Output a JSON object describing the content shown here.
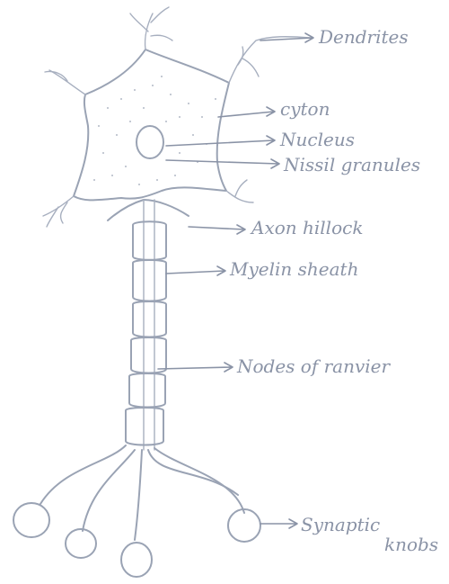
{
  "labels": {
    "dendrites": "Dendrites",
    "cyton": "cyton",
    "nucleus": "Nucleus",
    "nissil_granules": "Nissil granules",
    "axon_hillock": "Axon hillock",
    "myelin_sheath": "Myelin sheath",
    "nodes_of_ranvier": "Nodes of ranvier",
    "synaptic_line1": "Synaptic",
    "synaptic_line2": "knobs"
  },
  "colors": {
    "ink": "#9aa3b4",
    "label": "#8a93a6",
    "background": "#ffffff"
  }
}
